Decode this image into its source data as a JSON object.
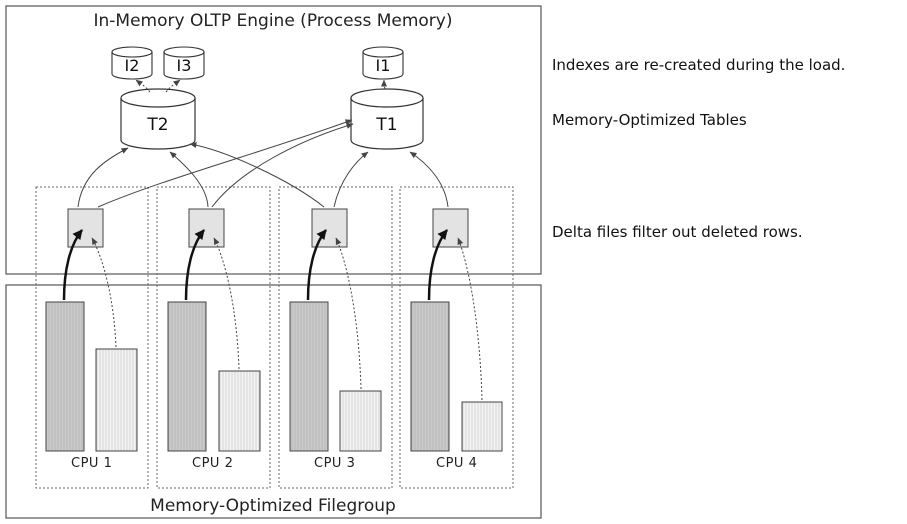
{
  "engine_title": "In-Memory OLTP Engine (Process Memory)",
  "filegroup_title": "Memory-Optimized Filegroup",
  "tables": {
    "t2": "T2",
    "t1": "T1"
  },
  "indexes": {
    "i2": "I2",
    "i3": "I3",
    "i1": "I1"
  },
  "cpus": [
    "CPU 1",
    "CPU 2",
    "CPU 3",
    "CPU 4"
  ],
  "annotations": {
    "indexes": "Indexes are re-created during the load.",
    "tables": "Memory-Optimized Tables",
    "delta": "Delta files filter out deleted rows."
  },
  "colors": {
    "data_file": "#c8c8c8",
    "delta_file": "#ececec",
    "delta_filter": "#e3e3e3",
    "line": "#444444"
  }
}
